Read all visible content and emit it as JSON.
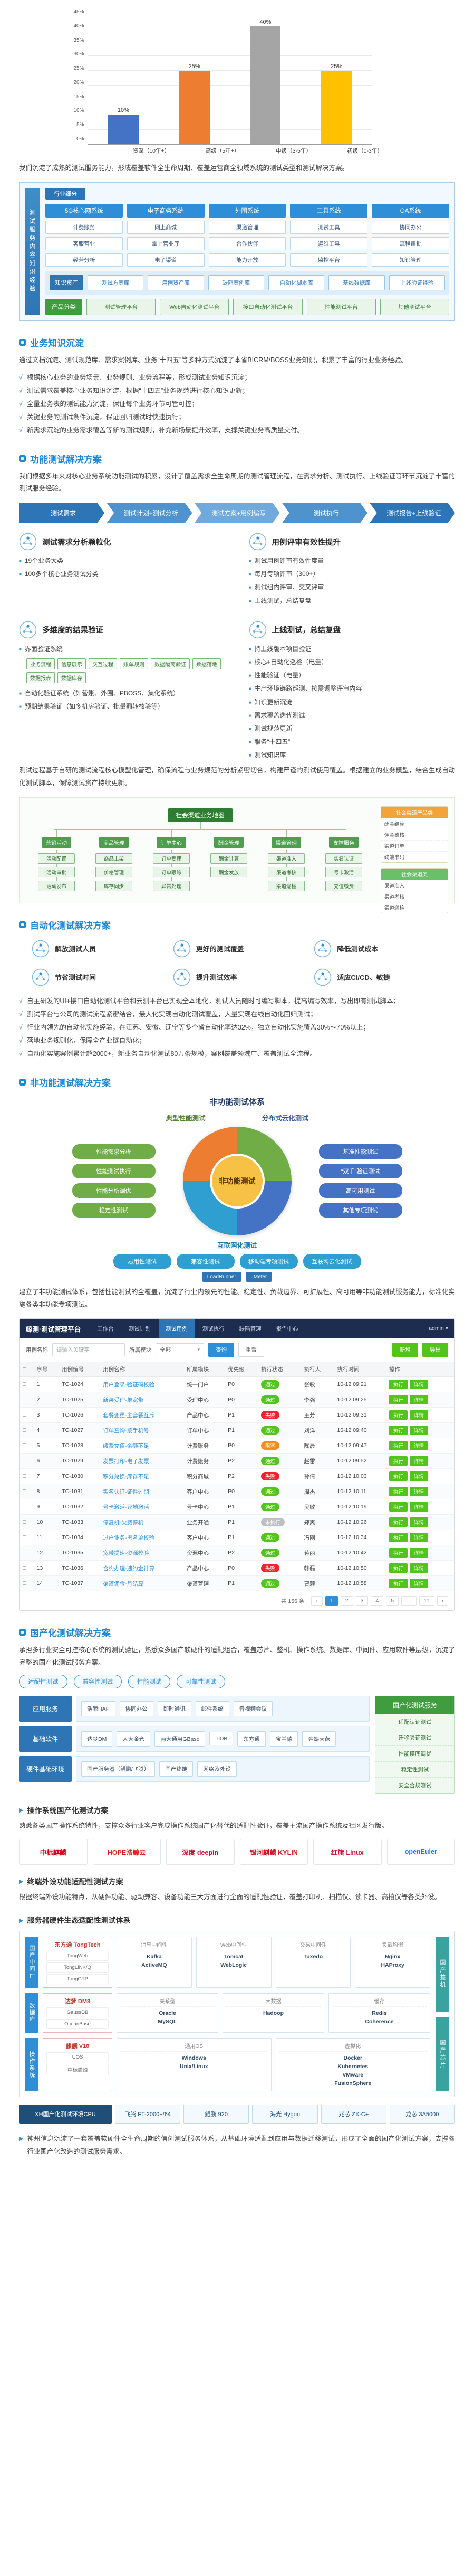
{
  "chart_data": {
    "type": "bar",
    "title": "",
    "xlabel": "",
    "ylabel": "",
    "categories": [
      "资深（10年+）",
      "高级（5年+）",
      "中级（3-5年）",
      "初级（0-3年）"
    ],
    "values": [
      10,
      25,
      40,
      25
    ],
    "value_labels": [
      "10%",
      "25%",
      "40%",
      "25%"
    ],
    "bar_colors": [
      "#4472c4",
      "#ed7d31",
      "#a5a5a5",
      "#ffc000"
    ],
    "ylim": [
      0,
      45
    ],
    "yticks": [
      "45%",
      "40%",
      "35%",
      "30%",
      "25%",
      "20%",
      "15%",
      "10%",
      "5%",
      "0%"
    ],
    "grid": true,
    "legend": false
  },
  "intro": "我们沉淀了成熟的测试服务能力，形成覆盖软件全生命周期、覆盖运营商全领域系统的测试类型和测试解决方案。",
  "matrix": {
    "industry_label": "行业细分",
    "side_label": "测试服务内容知识经验",
    "columns": [
      {
        "header": "5G核心网系统",
        "items": [
          "计费账务",
          "客服营业",
          "经营分析"
        ]
      },
      {
        "header": "电子商务系统",
        "items": [
          "网上商城",
          "掌上营业厅",
          "电子渠道"
        ]
      },
      {
        "header": "外围系统",
        "items": [
          "渠道管理",
          "合作伙伴",
          "能力开放"
        ]
      },
      {
        "header": "工具系统",
        "items": [
          "测试工具",
          "运维工具",
          "监控平台"
        ]
      },
      {
        "header": "OA系统",
        "items": [
          "协同办公",
          "流程审批",
          "知识管理"
        ]
      }
    ],
    "assets_label": "知识资产",
    "assets": [
      "测试方案库",
      "用例资产库",
      "缺陷案例库",
      "自动化脚本库",
      "基线数据库",
      "上线验证经验"
    ],
    "product_label": "产品分类",
    "products": [
      "测试管理平台",
      "Web自动化测试平台",
      "接口自动化测试平台",
      "性能测试平台",
      "其他测试平台"
    ]
  },
  "biz": {
    "title": "业务知识沉淀",
    "intro": "通过文档沉淀、测试规范库、需求案例库、业务“十四五”等多种方式沉淀了本省BICRM/BOSS业务知识，积累了丰富的行业业务经验。",
    "bullets": [
      "根据核心业务的业务场景、业务规则、业务流程等，形成测试业务知识沉淀；",
      "测试需求覆盖核心业务知识沉淀，根据“十四五”业务规范进行核心知识更新；",
      "全量业务表的测试能力沉淀，保证每个业务环节可管可控；",
      "关键业务的测试条件沉淀，保证回归测试时快速执行；",
      "新需求沉淀的业务需求覆盖等新的测试规则，补充新场景提升效率，支撑关键业务高质量交付。"
    ]
  },
  "func": {
    "title": "功能测试解决方案",
    "intro": "我们根据多年来对核心业务系统功能测试的积累，设计了覆盖需求全生命周期的测试管理流程，在需求分析、测试执行、上线验证等环节沉淀了丰富的测试服务经验。",
    "flow": [
      "测试需求",
      "测试计划+测试分析",
      "测试方案+用例编写",
      "测试执行",
      "测试报告+上线验证"
    ],
    "features": [
      {
        "title": "测试需求分析颗粒化",
        "items": [
          "19个业务大类",
          "100多个核心业务测试分类"
        ]
      },
      {
        "title": "用例评审有效性提升",
        "items": [
          "测试用例评审有效性度量",
          "每月专项评审（300+）",
          "测试组内评审、交叉评审",
          "上线测试，总结复盘"
        ]
      },
      {
        "title": "多维度的结果验证",
        "groups": [
          {
            "label": "界面验证系统",
            "tags": [
              "业务流程",
              "信息展示",
              "交互过程",
              "账单规则",
              "数据隔离验证",
              "数据落地",
              "数据报表",
              "数据库存"
            ]
          },
          {
            "label": "自动化验证系统（如营账、外围、PBOSS、集化系统）",
            "tags": []
          },
          {
            "label": "预期结果验证（如多机房验证、批量翻转核验等）",
            "tags": []
          }
        ]
      },
      {
        "title": "上线测试，总结复盘",
        "items": [
          "持上线版本项目验证",
          "核心+自动化巡检（电量）",
          "性能验证（电量）",
          "生产环境链路巡测、按需调整评审内容",
          "知识更新沉淀",
          "需求覆盖迭代测试",
          "测试规范更新",
          "服务“十四五”",
          "测试知识库"
        ]
      }
    ],
    "outro": "测试过程基于自研的测试流程核心模型化管理，确保流程与业务规范的分析紧密切合，构建严谨的测试使用覆盖。根据建立的业务模型，结合生成自动化测试脚本，保障测试资产持续更新。"
  },
  "mindmap": {
    "root": "社会渠道业务地图",
    "branches": [
      {
        "name": "营销活动",
        "children": [
          "活动配置",
          "活动审批",
          "活动发布"
        ]
      },
      {
        "name": "商品管理",
        "children": [
          "商品上架",
          "价格管理",
          "库存同步"
        ]
      },
      {
        "name": "订单中心",
        "children": [
          "订单受理",
          "订单跟踪",
          "异常处理"
        ]
      },
      {
        "name": "酬金管理",
        "children": [
          "酬金计算",
          "酬金发放"
        ]
      },
      {
        "name": "渠道管理",
        "children": [
          "渠道准入",
          "渠道考核",
          "渠道巡检"
        ]
      },
      {
        "name": "支撑服务",
        "children": [
          "实名认证",
          "号卡激活",
          "充值缴费"
        ]
      }
    ],
    "legend": [
      {
        "title": "社会渠道产品类",
        "color": "#f2a33a",
        "items": [
          "酬金结算",
          "佣金稽核",
          "渠道订单",
          "终端串码"
        ]
      },
      {
        "title": "社会渠道类",
        "color": "#6abf69",
        "items": [
          "渠道准入",
          "渠道考核",
          "渠道巡检"
        ]
      }
    ]
  },
  "auto": {
    "title": "自动化测试解决方案",
    "features": [
      {
        "label": "解放测试人员"
      },
      {
        "label": "更好的测试覆盖"
      },
      {
        "label": "降低测试成本"
      },
      {
        "label": "节省测试时间"
      },
      {
        "label": "提升测试效率"
      },
      {
        "label": "适应CI/CD、敏捷"
      }
    ],
    "bullets": [
      "自主研发的UI+接口自动化测试平台和云测平台已实现全本地化，测试人员随时可编写脚本，提高编写效率，写出即有测试脚本；",
      "测试平台与公司的测试流程紧密结合，最大化实现自动化测试覆盖，大量实现在线自动化回归测试；",
      "行业内领先的自动化实施经验，在江苏、安徽、辽宁等多个省自动化率达32%，独立自动化实施覆盖30%～70%以上；",
      "落地业务规则化，保障全产业链自动化；",
      "自动化实施案例累计超2000+，新业务自动化测试80万条规模，案例覆盖领域广、覆盖测试全流程。"
    ]
  },
  "nonfunc": {
    "title": "非功能测试解决方案",
    "wheel_title": "非功能测试体系",
    "center": "非功能测试",
    "quadrants": [
      {
        "label": "典型性能测试",
        "color": "#70ad47",
        "items": [
          "性能需求分析",
          "性能测试执行",
          "性能分析调优",
          "稳定性测试"
        ]
      },
      {
        "label": "分布式云化测试",
        "color": "#4472c4",
        "items": [
          "基准性能测试",
          "“双千”验证测试",
          "高可用测试",
          "其他专项测试"
        ]
      },
      {
        "label": "互联网化测试",
        "color": "#2e9fd0",
        "items": [
          "易用性测试",
          "兼容性测试",
          "移动端专项测试",
          "互联网云化测试"
        ]
      }
    ],
    "tools": [
      "LoadRunner",
      "JMeter"
    ],
    "outro": "建立了非功能测试体系，包括性能测试的全覆盖，沉淀了行业内领先的性能、稳定性、负载边界、可扩展性、高可用等非功能测试服务能力，标准化实施各类非功能专项测试。"
  },
  "platform": {
    "brand": "鲸测·测试管理平台",
    "nav": [
      "工作台",
      "测试计划",
      "测试用例",
      "测试执行",
      "缺陷管理",
      "报告中心"
    ],
    "active_nav": 2,
    "user": "admin ▾",
    "filters": {
      "keyword_label": "用例名称",
      "keyword_placeholder": "请输入关键字",
      "module_label": "所属模块",
      "module_value": "全部",
      "search": "查询",
      "reset": "重置",
      "add": "新增",
      "export": "导出"
    },
    "columns": [
      "□",
      "序号",
      "用例编号",
      "用例名称",
      "所属模块",
      "优先级",
      "执行状态",
      "执行人",
      "执行时间",
      "操作"
    ],
    "status_colors": {
      "通过": "#52c41a",
      "失败": "#f5222d",
      "阻塞": "#fa8c16",
      "未执行": "#bfbfbf"
    },
    "rows": [
      {
        "no": "1",
        "code": "TC-1024",
        "name": "用户登录-验证码校验",
        "module": "统一门户",
        "pri": "P0",
        "status": "通过",
        "owner": "张敏",
        "time": "10-12 09:21",
        "ops": [
          "执行",
          "详情"
        ]
      },
      {
        "no": "2",
        "code": "TC-1025",
        "name": "新装受理-单宽带",
        "module": "受理中心",
        "pri": "P0",
        "status": "通过",
        "owner": "李强",
        "time": "10-12 09:25",
        "ops": [
          "执行",
          "详情"
        ]
      },
      {
        "no": "3",
        "code": "TC-1026",
        "name": "套餐变更-主套餐互斥",
        "module": "产品中心",
        "pri": "P1",
        "status": "失败",
        "owner": "王芳",
        "time": "10-12 09:31",
        "ops": [
          "执行",
          "详情"
        ]
      },
      {
        "no": "4",
        "code": "TC-1027",
        "name": "订单查询-按手机号",
        "module": "订单中心",
        "pri": "P1",
        "status": "通过",
        "owner": "刘洋",
        "time": "10-12 09:40",
        "ops": [
          "执行",
          "详情"
        ]
      },
      {
        "no": "5",
        "code": "TC-1028",
        "name": "缴费充值-余额不足",
        "module": "计费账务",
        "pri": "P0",
        "status": "阻塞",
        "owner": "陈晨",
        "time": "10-12 09:47",
        "ops": [
          "执行",
          "详情"
        ]
      },
      {
        "no": "6",
        "code": "TC-1029",
        "name": "发票打印-电子发票",
        "module": "计费账务",
        "pri": "P2",
        "status": "通过",
        "owner": "赵雷",
        "time": "10-12 09:52",
        "ops": [
          "执行",
          "详情"
        ]
      },
      {
        "no": "7",
        "code": "TC-1030",
        "name": "积分兑换-库存不足",
        "module": "积分商城",
        "pri": "P2",
        "status": "失败",
        "owner": "孙倩",
        "time": "10-12 10:03",
        "ops": [
          "执行",
          "详情"
        ]
      },
      {
        "no": "8",
        "code": "TC-1031",
        "name": "实名认证-证件过期",
        "module": "客户中心",
        "pri": "P0",
        "status": "通过",
        "owner": "周杰",
        "time": "10-12 10:11",
        "ops": [
          "执行",
          "详情"
        ]
      },
      {
        "no": "9",
        "code": "TC-1032",
        "name": "号卡激活-异地激活",
        "module": "号卡中心",
        "pri": "P1",
        "status": "通过",
        "owner": "吴敏",
        "time": "10-12 10:19",
        "ops": [
          "执行",
          "详情"
        ]
      },
      {
        "no": "10",
        "code": "TC-1033",
        "name": "停复机-欠费停机",
        "module": "业务开通",
        "pri": "P1",
        "status": "未执行",
        "owner": "郑爽",
        "time": "10-12 10:26",
        "ops": [
          "执行",
          "详情"
        ]
      },
      {
        "no": "11",
        "code": "TC-1034",
        "name": "过户业务-黑名单校验",
        "module": "客户中心",
        "pri": "P1",
        "status": "通过",
        "owner": "冯刚",
        "time": "10-12 10:34",
        "ops": [
          "执行",
          "详情"
        ]
      },
      {
        "no": "12",
        "code": "TC-1035",
        "name": "宽带提速-资源校验",
        "module": "资源中心",
        "pri": "P2",
        "status": "通过",
        "owner": "蒋丽",
        "time": "10-12 10:42",
        "ops": [
          "执行",
          "详情"
        ]
      },
      {
        "no": "13",
        "code": "TC-1036",
        "name": "合约办理-违约金计算",
        "module": "产品中心",
        "pri": "P0",
        "status": "失败",
        "owner": "韩磊",
        "time": "10-12 10:50",
        "ops": [
          "执行",
          "详情"
        ]
      },
      {
        "no": "14",
        "code": "TC-1037",
        "name": "渠道佣金-月结算",
        "module": "渠道管理",
        "pri": "P1",
        "status": "通过",
        "owner": "曹颖",
        "time": "10-12 10:58",
        "ops": [
          "执行",
          "详情"
        ]
      }
    ],
    "pagination": [
      "共 156 条",
      "‹",
      "1",
      "2",
      "3",
      "4",
      "5",
      "…",
      "11",
      "›"
    ]
  },
  "gc": {
    "title": "国产化测试解决方案",
    "intro": "承担多行业安全可控核心系统的测试验证，熟悉众多国产软硬件的适配组合，覆盖芯片、整机、操作系统、数据库、中间件、应用软件等层级，沉淀了完整的国产化测试服务方案。",
    "tags": [
      "适配性测试",
      "兼容性测试",
      "性能测试",
      "可靠性测试"
    ],
    "stack": {
      "rows": [
        {
          "label": "应用服务",
          "chips": [
            "浩鲸HAP",
            "协同办公",
            "即时通讯",
            "邮件系统",
            "音视频会议"
          ]
        },
        {
          "label": "基础软件",
          "chips": [
            "达梦DM",
            "人大金仓",
            "南大通用GBase",
            "TiDB",
            "东方通",
            "宝兰德",
            "金蝶天燕"
          ]
        },
        {
          "label": "硬件基础环境",
          "chips": [
            "国产服务器（鲲鹏/飞腾）",
            "国产终端",
            "网络及外设"
          ]
        }
      ],
      "side": {
        "title": "国产化测试服务",
        "items": [
          "适配认证测试",
          "迁移验证测试",
          "性能摸底调优",
          "稳定性测试",
          "安全合规测试"
        ]
      }
    },
    "os": {
      "title": "操作系统国产化测试方案",
      "text": "熟悉各类国产操作系统特性，支撑众多行业客户完成操作系统国产化替代的适配性验证，覆盖主流国产操作系统及社区发行版。",
      "logos": [
        {
          "name": "中标麒麟",
          "color": "#d0021b"
        },
        {
          "name": "HOPE浩鲸云",
          "color": "#e02020"
        },
        {
          "name": "深度 deepin",
          "color": "#c8102e"
        },
        {
          "name": "银河麒麟 KYLIN",
          "color": "#cf1322"
        },
        {
          "name": "红旗 Linux",
          "color": "#c8102e"
        },
        {
          "name": "openEuler",
          "color": "#1677ff"
        }
      ]
    },
    "terminal": {
      "title": "终端外设功能适配性测试方案",
      "text": "根据终端外设功能特点，从硬件功能、驱动兼容、设备功能三大方面进行全面的适配性验证，覆盖打印机、扫描仪、读卡器、高拍仪等各类外设。"
    },
    "eco": {
      "title": "服务器硬件生态适配性测试体系",
      "groups": [
        {
          "label": "国产中间件",
          "brand": "东方通 TongTech",
          "brand_items": [
            "TongWeb",
            "TongLINK/Q",
            "TongGTP"
          ],
          "cells": [
            {
              "cat": "消息中间件",
              "names": [
                "Kafka",
                "ActiveMQ"
              ]
            },
            {
              "cat": "Web中间件",
              "names": [
                "Tomcat",
                "WebLogic"
              ]
            },
            {
              "cat": "交易中间件",
              "names": [
                "Tuxedo"
              ]
            },
            {
              "cat": "负载均衡",
              "names": [
                "Nginx",
                "HAProxy"
              ]
            }
          ]
        },
        {
          "label": "数据库",
          "brand": "达梦 DM8",
          "brand_items": [
            "GaussDB",
            "OceanBase"
          ],
          "cells": [
            {
              "cat": "关系型",
              "names": [
                "Oracle",
                "MySQL"
              ]
            },
            {
              "cat": "大数据",
              "names": [
                "Hadoop"
              ]
            },
            {
              "cat": "缓存",
              "names": [
                "Redis",
                "Coherence"
              ]
            }
          ]
        },
        {
          "label": "操作系统",
          "brand": "麒麟 V10",
          "brand_items": [
            "UOS",
            "中标麒麟"
          ],
          "cells": [
            {
              "cat": "通用OS",
              "names": [
                "Windows",
                "Unix/Linux"
              ]
            },
            {
              "cat": "虚拟化",
              "names": [
                "Docker",
                "Kubernetes",
                "VMware",
                "FusionSphere"
              ]
            }
          ]
        }
      ],
      "side_labels": [
        "国产整机",
        "国产芯片"
      ]
    },
    "cpu": {
      "head": "XH国产化测试环境CPU",
      "cells": [
        "飞腾 FT-2000+/64",
        "鲲鹏 920",
        "海光 Hygon",
        "兆芯 ZX-C+",
        "龙芯 3A5000"
      ]
    },
    "outro": "神州信息沉淀了一套覆盖软硬件全生命周期的信创测试服务体系，从基础环境适配到应用与数据迁移测试，形成了全面的国产化测试方案，支撑各行业国产化改造的测试服务需求。"
  }
}
